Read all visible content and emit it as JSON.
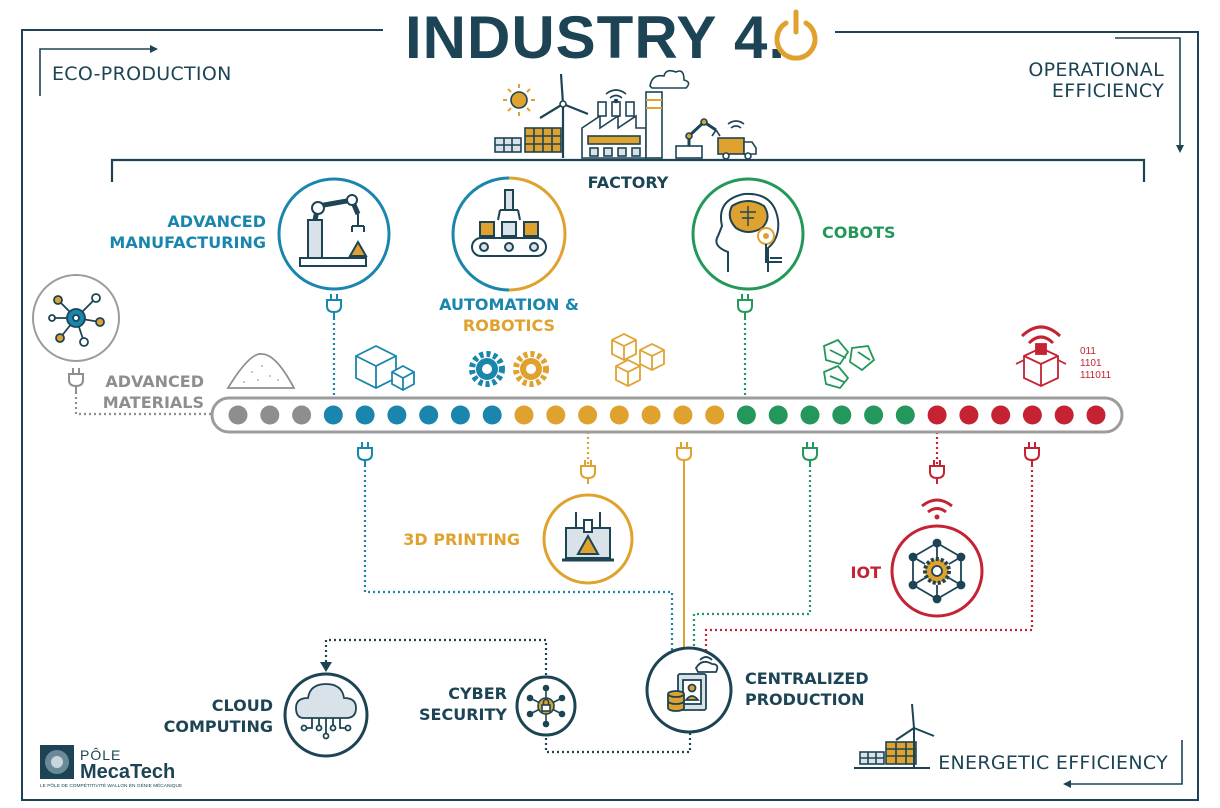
{
  "title": {
    "text": "INDUSTRY 4.",
    "power_icon": "power-icon"
  },
  "corners": {
    "eco_production": "ECO-PRODUCTION",
    "operational_efficiency_1": "OPERATIONAL",
    "operational_efficiency_2": "EFFICIENCY",
    "energetic_efficiency": "ENERGETIC EFFICIENCY"
  },
  "factory": {
    "label": "FACTORY"
  },
  "pillars": {
    "advanced_manufacturing": {
      "line1": "ADVANCED",
      "line2": "MANUFACTURING",
      "icon": "robot-arm-icon"
    },
    "automation_robotics": {
      "line1": "AUTOMATION &",
      "line2": "ROBOTICS",
      "icon": "conveyor-gripper-icon"
    },
    "cobots": {
      "line1": "COBOTS",
      "icon": "ai-head-icon"
    },
    "advanced_materials": {
      "line1": "ADVANCED",
      "line2": "MATERIALS",
      "icon": "molecule-icon"
    },
    "printing_3d": {
      "line1": "3D PRINTING",
      "icon": "3d-printer-icon"
    },
    "iot": {
      "line1": "IOT",
      "icon": "connected-gear-icon"
    },
    "cloud_computing": {
      "line1": "CLOUD",
      "line2": "COMPUTING",
      "icon": "cloud-icon"
    },
    "cyber_security": {
      "line1": "CYBER",
      "line2": "SECURITY",
      "icon": "padlock-network-icon"
    },
    "centralized_production": {
      "line1": "CENTRALIZED",
      "line2": "PRODUCTION",
      "icon": "server-dashboard-icon"
    }
  },
  "binary": [
    "011",
    "1101",
    "111011"
  ],
  "colors": {
    "navy": "#1d4454",
    "blue": "#1a86ad",
    "gold": "#e0a22e",
    "green": "#23985a",
    "red": "#c52234",
    "gray": "#8e8e8e"
  },
  "beads": [
    "gray",
    "gray",
    "gray",
    "blue",
    "blue",
    "blue",
    "blue",
    "blue",
    "blue",
    "gold",
    "gold",
    "gold",
    "gold",
    "gold",
    "gold",
    "gold",
    "green",
    "green",
    "green",
    "green",
    "green",
    "green",
    "red",
    "red",
    "red",
    "red",
    "red",
    "red"
  ],
  "logo": {
    "top": "PÔLE",
    "main": "MecaTech",
    "tagline": "LE PÔLE DE COMPÉTITIVITÉ WALLON EN GÉNIE MÉCANIQUE"
  }
}
